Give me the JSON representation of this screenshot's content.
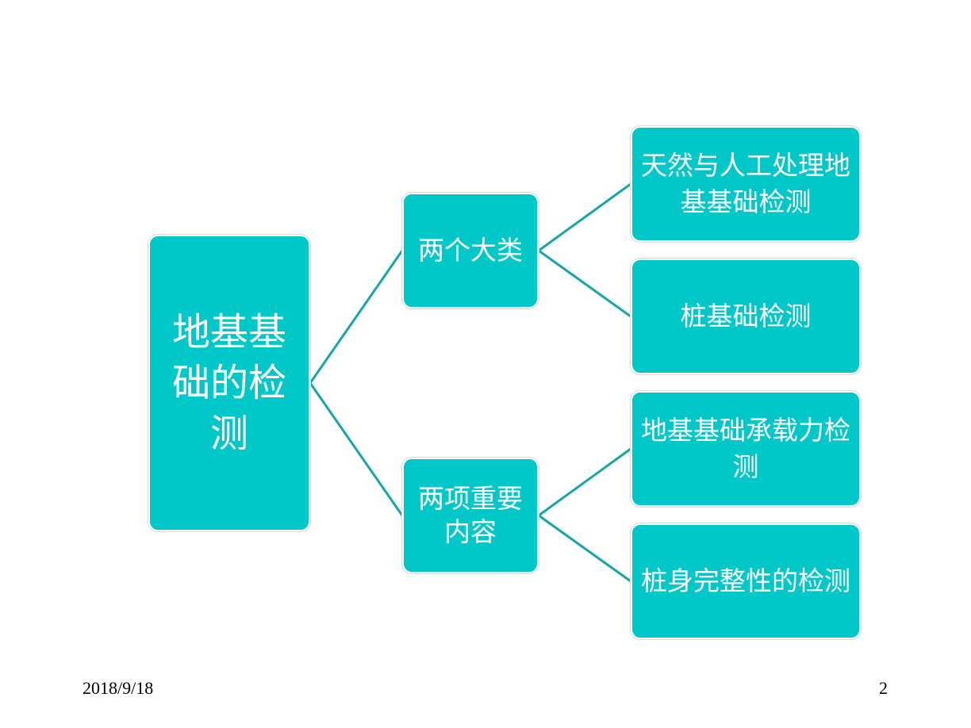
{
  "diagram": {
    "root": {
      "label": "地基基础的检测"
    },
    "branches": [
      {
        "label": "两个大类",
        "children": [
          {
            "label": "天然与人工处理地基基础检测"
          },
          {
            "label": "桩基础检测"
          }
        ]
      },
      {
        "label": "两项重要内容",
        "children": [
          {
            "label": "地基基础承载力检测"
          },
          {
            "label": "桩身完整性的检测"
          }
        ]
      }
    ]
  },
  "footer": {
    "date": "2018/9/18",
    "page_number": "2"
  },
  "colors": {
    "node_fill": "#00c8c8",
    "connector": "#16a6a7",
    "node_text": "#ffffff"
  }
}
